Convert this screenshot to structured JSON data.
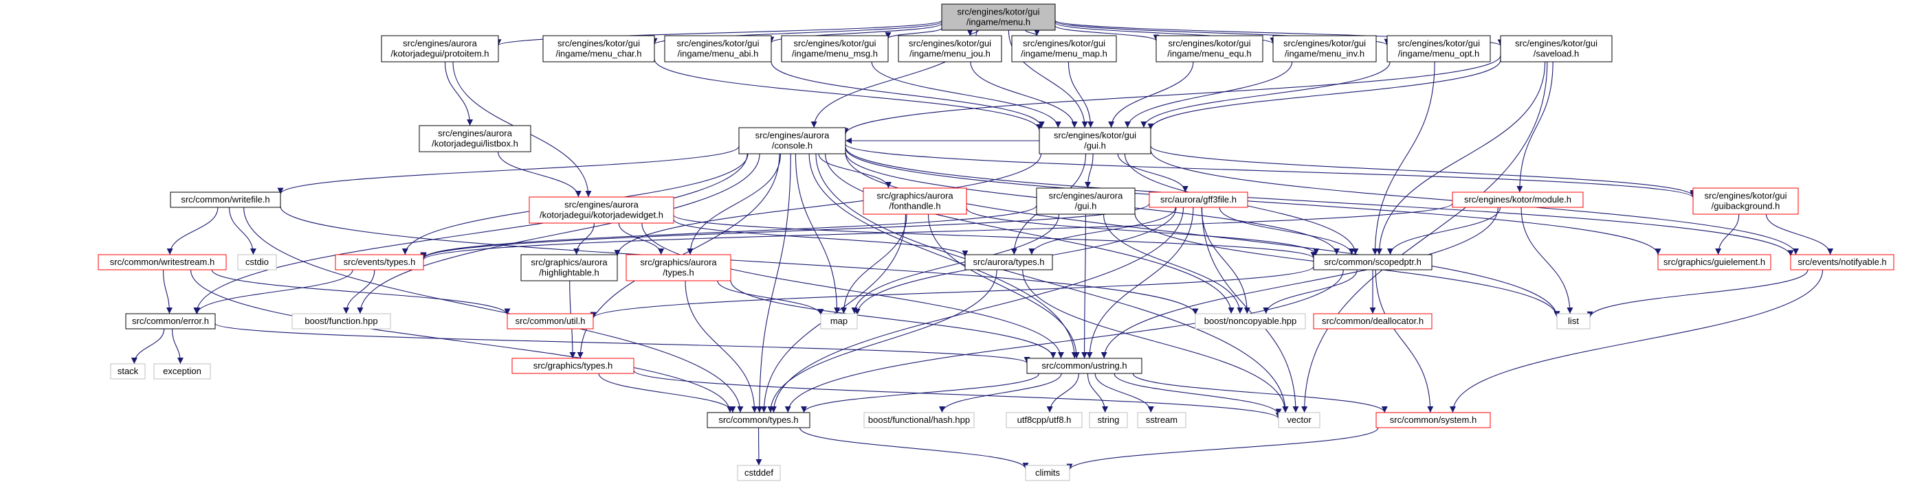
{
  "diagram": {
    "type": "include-dependency-graph",
    "colors": {
      "edge": "#191970",
      "root_fill": "#bfbfbf",
      "root_border": "#000000",
      "documented_border": "#000000",
      "undocumented_border": "#ff0000",
      "external_border": "#bfbfbf",
      "external_text": "#404040",
      "node_fill": "#ffffff"
    },
    "nodes": [
      {
        "id": "menu",
        "lines": [
          "src/engines/kotor/gui",
          "/ingame/menu.h"
        ],
        "kind": "root"
      },
      {
        "id": "protoitem",
        "lines": [
          "src/engines/aurora",
          "/kotorjadegui/protoitem.h"
        ],
        "kind": "doc"
      },
      {
        "id": "menu_char",
        "lines": [
          "src/engines/kotor/gui",
          "/ingame/menu_char.h"
        ],
        "kind": "doc"
      },
      {
        "id": "menu_abi",
        "lines": [
          "src/engines/kotor/gui",
          "/ingame/menu_abi.h"
        ],
        "kind": "doc"
      },
      {
        "id": "menu_msg",
        "lines": [
          "src/engines/kotor/gui",
          "/ingame/menu_msg.h"
        ],
        "kind": "doc"
      },
      {
        "id": "menu_jou",
        "lines": [
          "src/engines/kotor/gui",
          "/ingame/menu_jou.h"
        ],
        "kind": "doc"
      },
      {
        "id": "menu_map",
        "lines": [
          "src/engines/kotor/gui",
          "/ingame/menu_map.h"
        ],
        "kind": "doc"
      },
      {
        "id": "menu_equ",
        "lines": [
          "src/engines/kotor/gui",
          "/ingame/menu_equ.h"
        ],
        "kind": "doc"
      },
      {
        "id": "menu_inv",
        "lines": [
          "src/engines/kotor/gui",
          "/ingame/menu_inv.h"
        ],
        "kind": "doc"
      },
      {
        "id": "menu_opt",
        "lines": [
          "src/engines/kotor/gui",
          "/ingame/menu_opt.h"
        ],
        "kind": "doc"
      },
      {
        "id": "saveload",
        "lines": [
          "src/engines/kotor/gui",
          "/saveload.h"
        ],
        "kind": "doc"
      },
      {
        "id": "listbox",
        "lines": [
          "src/engines/aurora",
          "/kotorjadegui/listbox.h"
        ],
        "kind": "doc"
      },
      {
        "id": "console",
        "lines": [
          "src/engines/aurora",
          "/console.h"
        ],
        "kind": "doc"
      },
      {
        "id": "kgui",
        "lines": [
          "src/engines/kotor/gui",
          "/gui.h"
        ],
        "kind": "doc"
      },
      {
        "id": "writefile",
        "lines": [
          "src/common/writefile.h"
        ],
        "kind": "doc"
      },
      {
        "id": "kjwidget",
        "lines": [
          "src/engines/aurora",
          "/kotorjadegui/kotorjadewidget.h"
        ],
        "kind": "red"
      },
      {
        "id": "fonthandle",
        "lines": [
          "src/graphics/aurora",
          "/fonthandle.h"
        ],
        "kind": "red"
      },
      {
        "id": "agui",
        "lines": [
          "src/engines/aurora",
          "/gui.h"
        ],
        "kind": "doc"
      },
      {
        "id": "gff3",
        "lines": [
          "src/aurora/gff3file.h"
        ],
        "kind": "red"
      },
      {
        "id": "module",
        "lines": [
          "src/engines/kotor/module.h"
        ],
        "kind": "red"
      },
      {
        "id": "guibg",
        "lines": [
          "src/engines/kotor/gui",
          "/guibackground.h"
        ],
        "kind": "red"
      },
      {
        "id": "writestream",
        "lines": [
          "src/common/writestream.h"
        ],
        "kind": "red"
      },
      {
        "id": "cstdio",
        "lines": [
          "cstdio"
        ],
        "kind": "ext"
      },
      {
        "id": "evtypes",
        "lines": [
          "src/events/types.h"
        ],
        "kind": "red"
      },
      {
        "id": "highlight",
        "lines": [
          "src/graphics/aurora",
          "/highlightable.h"
        ],
        "kind": "doc"
      },
      {
        "id": "gatypes",
        "lines": [
          "src/graphics/aurora",
          "/types.h"
        ],
        "kind": "red"
      },
      {
        "id": "auroratypes",
        "lines": [
          "src/aurora/types.h"
        ],
        "kind": "doc"
      },
      {
        "id": "scopedptr",
        "lines": [
          "src/common/scopedptr.h"
        ],
        "kind": "doc"
      },
      {
        "id": "guielement",
        "lines": [
          "src/graphics/guielement.h"
        ],
        "kind": "red"
      },
      {
        "id": "notifyable",
        "lines": [
          "src/events/notifyable.h"
        ],
        "kind": "red"
      },
      {
        "id": "error",
        "lines": [
          "src/common/error.h"
        ],
        "kind": "doc"
      },
      {
        "id": "boostfunc",
        "lines": [
          "boost/function.hpp"
        ],
        "kind": "ext"
      },
      {
        "id": "util",
        "lines": [
          "src/common/util.h"
        ],
        "kind": "red"
      },
      {
        "id": "map",
        "lines": [
          "map"
        ],
        "kind": "ext"
      },
      {
        "id": "noncopy",
        "lines": [
          "boost/noncopyable.hpp"
        ],
        "kind": "ext"
      },
      {
        "id": "dealloc",
        "lines": [
          "src/common/deallocator.h"
        ],
        "kind": "red"
      },
      {
        "id": "list",
        "lines": [
          "list"
        ],
        "kind": "ext"
      },
      {
        "id": "stack",
        "lines": [
          "stack"
        ],
        "kind": "ext"
      },
      {
        "id": "exception",
        "lines": [
          "exception"
        ],
        "kind": "ext"
      },
      {
        "id": "gtypes",
        "lines": [
          "src/graphics/types.h"
        ],
        "kind": "red"
      },
      {
        "id": "ustring",
        "lines": [
          "src/common/ustring.h"
        ],
        "kind": "doc"
      },
      {
        "id": "ctypes",
        "lines": [
          "src/common/types.h"
        ],
        "kind": "doc"
      },
      {
        "id": "boosthash",
        "lines": [
          "boost/functional/hash.hpp"
        ],
        "kind": "ext"
      },
      {
        "id": "utf8",
        "lines": [
          "utf8cpp/utf8.h"
        ],
        "kind": "ext"
      },
      {
        "id": "string",
        "lines": [
          "string"
        ],
        "kind": "ext"
      },
      {
        "id": "sstream",
        "lines": [
          "sstream"
        ],
        "kind": "ext"
      },
      {
        "id": "vector",
        "lines": [
          "vector"
        ],
        "kind": "ext"
      },
      {
        "id": "system",
        "lines": [
          "src/common/system.h"
        ],
        "kind": "red"
      },
      {
        "id": "cstddef",
        "lines": [
          "cstddef"
        ],
        "kind": "ext"
      },
      {
        "id": "climits",
        "lines": [
          "climits"
        ],
        "kind": "ext"
      }
    ],
    "edges": [
      [
        "menu",
        "protoitem"
      ],
      [
        "menu",
        "menu_char"
      ],
      [
        "menu",
        "menu_abi"
      ],
      [
        "menu",
        "menu_msg"
      ],
      [
        "menu",
        "menu_jou"
      ],
      [
        "menu",
        "menu_map"
      ],
      [
        "menu",
        "menu_equ"
      ],
      [
        "menu",
        "menu_inv"
      ],
      [
        "menu",
        "menu_opt"
      ],
      [
        "menu",
        "saveload"
      ],
      [
        "menu",
        "console"
      ],
      [
        "menu",
        "kgui"
      ],
      [
        "protoitem",
        "listbox"
      ],
      [
        "protoitem",
        "kjwidget"
      ],
      [
        "listbox",
        "kjwidget"
      ],
      [
        "menu_char",
        "kgui"
      ],
      [
        "menu_abi",
        "kgui"
      ],
      [
        "menu_msg",
        "kgui"
      ],
      [
        "menu_jou",
        "kgui"
      ],
      [
        "menu_map",
        "kgui"
      ],
      [
        "menu_equ",
        "kgui"
      ],
      [
        "menu_inv",
        "kgui"
      ],
      [
        "menu_opt",
        "kgui"
      ],
      [
        "menu_opt",
        "scopedptr"
      ],
      [
        "saveload",
        "kgui"
      ],
      [
        "saveload",
        "console"
      ],
      [
        "saveload",
        "module"
      ],
      [
        "saveload",
        "scopedptr"
      ],
      [
        "saveload",
        "vector"
      ],
      [
        "kgui",
        "console"
      ],
      [
        "kgui",
        "agui"
      ],
      [
        "kgui",
        "gff3"
      ],
      [
        "kgui",
        "scopedptr"
      ],
      [
        "kgui",
        "guibg"
      ],
      [
        "kgui",
        "auroratypes"
      ],
      [
        "kgui",
        "notifyable"
      ],
      [
        "kgui",
        "highlight"
      ],
      [
        "console",
        "writefile"
      ],
      [
        "console",
        "fonthandle"
      ],
      [
        "console",
        "evtypes"
      ],
      [
        "console",
        "error"
      ],
      [
        "console",
        "gatypes"
      ],
      [
        "console",
        "map"
      ],
      [
        "console",
        "ustring"
      ],
      [
        "console",
        "scopedptr"
      ],
      [
        "console",
        "noncopy"
      ],
      [
        "console",
        "boostfunc"
      ],
      [
        "console",
        "list"
      ],
      [
        "console",
        "vector"
      ],
      [
        "console",
        "gtypes"
      ],
      [
        "console",
        "ctypes"
      ],
      [
        "console",
        "guibg"
      ],
      [
        "console",
        "notifyable"
      ],
      [
        "console",
        "guielement"
      ],
      [
        "writefile",
        "writestream"
      ],
      [
        "writefile",
        "cstdio"
      ],
      [
        "writefile",
        "ctypes"
      ],
      [
        "writefile",
        "noncopy"
      ],
      [
        "writestream",
        "error"
      ],
      [
        "writestream",
        "util"
      ],
      [
        "writestream",
        "ctypes"
      ],
      [
        "kjwidget",
        "highlight"
      ],
      [
        "kjwidget",
        "gatypes"
      ],
      [
        "kjwidget",
        "auroratypes"
      ],
      [
        "kjwidget",
        "scopedptr"
      ],
      [
        "kjwidget",
        "ustring"
      ],
      [
        "fonthandle",
        "map"
      ],
      [
        "fonthandle",
        "ustring"
      ],
      [
        "fonthandle",
        "ctypes"
      ],
      [
        "fonthandle",
        "scopedptr"
      ],
      [
        "agui",
        "evtypes"
      ],
      [
        "agui",
        "map"
      ],
      [
        "agui",
        "ustring"
      ],
      [
        "agui",
        "noncopy"
      ],
      [
        "agui",
        "list"
      ],
      [
        "gff3",
        "evtypes"
      ],
      [
        "gff3",
        "auroratypes"
      ],
      [
        "gff3",
        "scopedptr"
      ],
      [
        "gff3",
        "noncopy"
      ],
      [
        "gff3",
        "map"
      ],
      [
        "gff3",
        "ustring"
      ],
      [
        "gff3",
        "ctypes"
      ],
      [
        "gff3",
        "vector"
      ],
      [
        "module",
        "evtypes"
      ],
      [
        "module",
        "scopedptr"
      ],
      [
        "module",
        "ustring"
      ],
      [
        "module",
        "list"
      ],
      [
        "guibg",
        "guielement"
      ],
      [
        "guibg",
        "notifyable"
      ],
      [
        "notifyable",
        "list"
      ],
      [
        "notifyable",
        "system"
      ],
      [
        "evtypes",
        "boostfunc"
      ],
      [
        "evtypes",
        "error"
      ],
      [
        "highlight",
        "gtypes"
      ],
      [
        "gatypes",
        "map"
      ],
      [
        "gatypes",
        "ustring"
      ],
      [
        "gatypes",
        "ctypes"
      ],
      [
        "auroratypes",
        "ctypes"
      ],
      [
        "auroratypes",
        "vector"
      ],
      [
        "scopedptr",
        "util"
      ],
      [
        "scopedptr",
        "noncopy"
      ],
      [
        "scopedptr",
        "dealloc"
      ],
      [
        "scopedptr",
        "system"
      ],
      [
        "scopedptr",
        "ctypes"
      ],
      [
        "error",
        "stack"
      ],
      [
        "error",
        "exception"
      ],
      [
        "error",
        "ustring"
      ],
      [
        "gtypes",
        "ctypes"
      ],
      [
        "gtypes",
        "vector"
      ],
      [
        "ustring",
        "ctypes"
      ],
      [
        "ustring",
        "boosthash"
      ],
      [
        "ustring",
        "utf8"
      ],
      [
        "ustring",
        "string"
      ],
      [
        "ustring",
        "sstream"
      ],
      [
        "ustring",
        "vector"
      ],
      [
        "ustring",
        "system"
      ],
      [
        "ctypes",
        "cstddef"
      ],
      [
        "ctypes",
        "climits"
      ],
      [
        "system",
        "climits"
      ]
    ]
  }
}
